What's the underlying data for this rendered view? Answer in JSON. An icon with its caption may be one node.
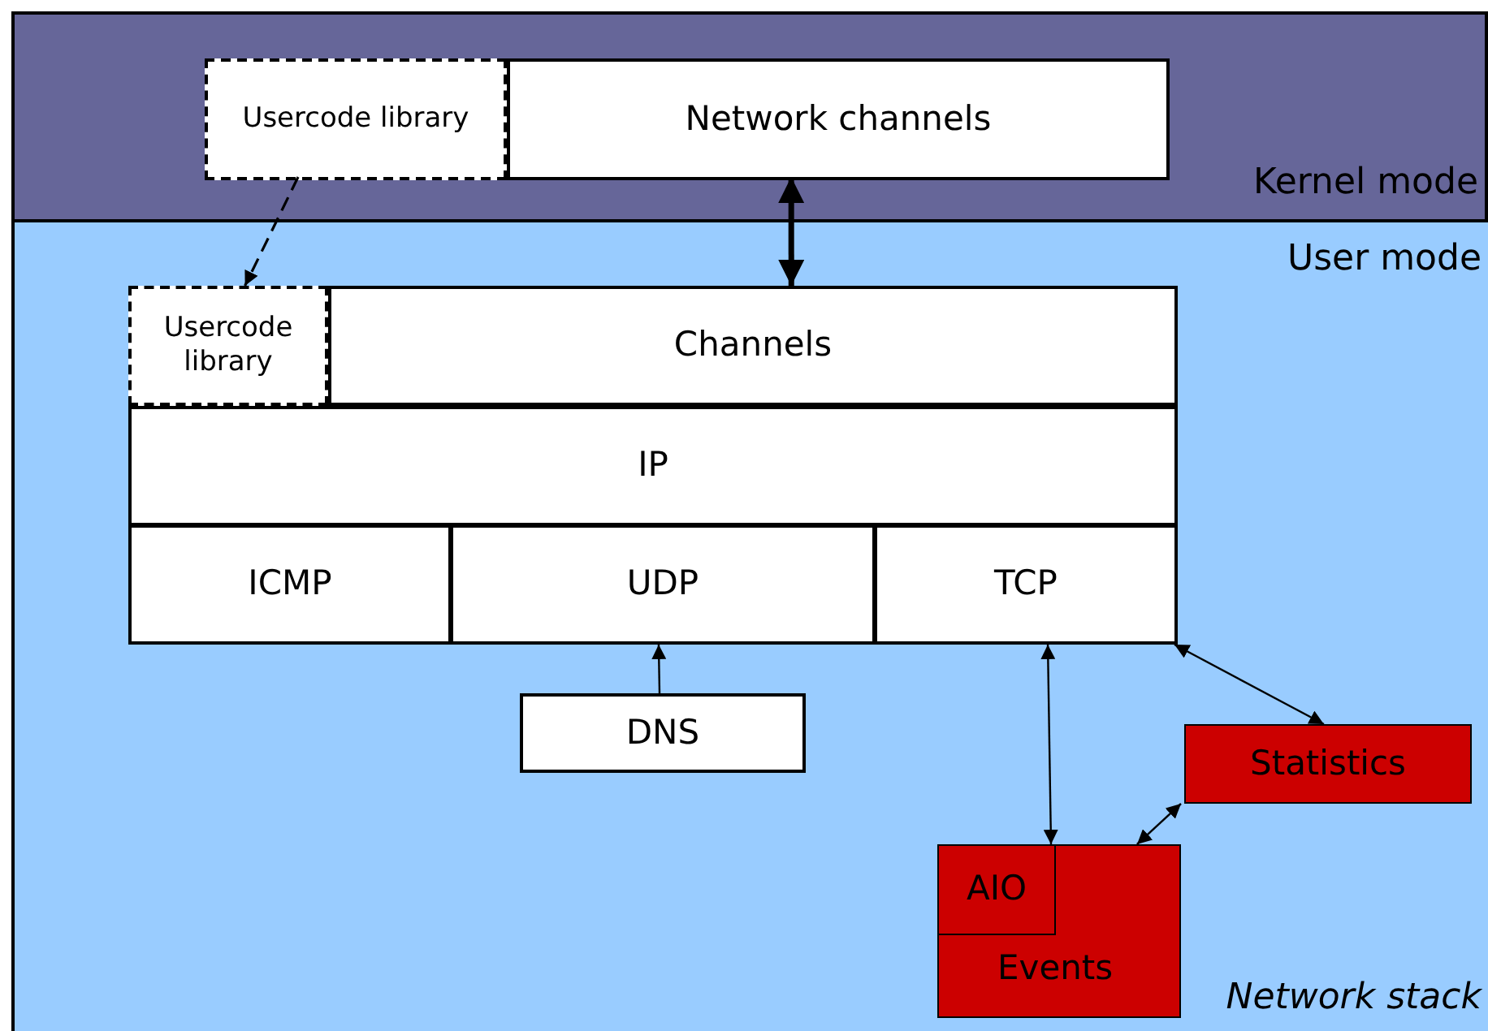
{
  "diagram": {
    "nodes": [
      {
        "text": [
          "Kernel mode"
        ]
      },
      {
        "text": [
          "Usercode library"
        ],
        "in": 0
      },
      {
        "text": [
          "Network channels"
        ],
        "in": 0
      },
      {
        "text": [
          "User mode",
          "Network stack"
        ]
      },
      {
        "text": [
          "Usercode library"
        ],
        "in": 3
      },
      {
        "text": [
          "Channels"
        ],
        "in": 3
      },
      {
        "text": [
          "IP"
        ],
        "in": 3
      },
      {
        "text": [
          "ICMP"
        ],
        "in": 3
      },
      {
        "text": [
          "UDP"
        ],
        "in": 3
      },
      {
        "text": [
          "TCP"
        ],
        "in": 3
      },
      {
        "text": [
          "DNS"
        ],
        "in": 3
      },
      {
        "text": [
          "Statistics"
        ],
        "in": 3
      },
      {
        "text": [
          "Events"
        ],
        "in": 3
      },
      {
        "text": [
          "AIO"
        ],
        "in": 12
      }
    ],
    "edges": [
      {
        "from": 1,
        "to": 4,
        "arrow": "to",
        "style": "dashed"
      },
      {
        "from": 2,
        "to": 5,
        "arrow": "both",
        "style": "thick"
      },
      {
        "from": 10,
        "to": 8,
        "arrow": "to"
      },
      {
        "from": 12,
        "to": 9,
        "arrow": "both"
      },
      {
        "from": 9,
        "to": 11,
        "arrow": "both"
      },
      {
        "from": 11,
        "to": 12,
        "arrow": "both"
      }
    ]
  }
}
